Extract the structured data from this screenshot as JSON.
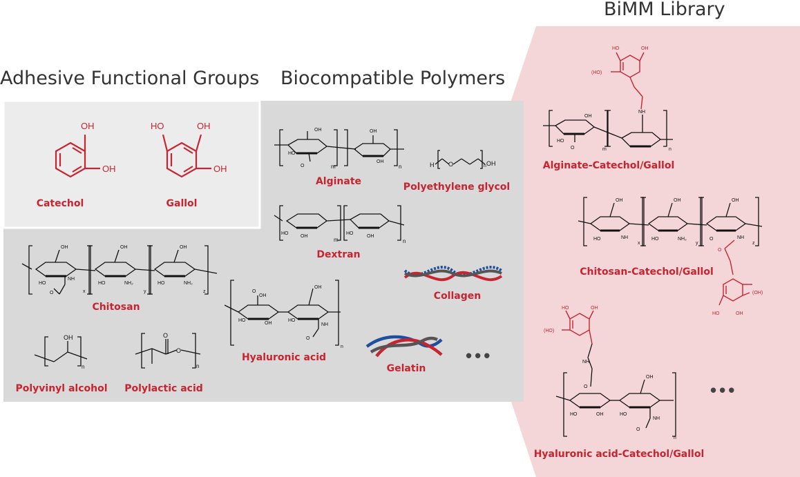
{
  "headings": {
    "adhesive": "Adhesive Functional Groups",
    "polymers": "Biocompatible Polymers",
    "library": "BiMM Library"
  },
  "adhesive_groups": {
    "catechol": "Catechol",
    "gallol": "Gallol",
    "oh": "OH",
    "ho": "HO"
  },
  "polymers": {
    "alginate": "Alginate",
    "peg": "Polyethylene glycol",
    "dextran": "Dextran",
    "chitosan": "Chitosan",
    "collagen": "Collagen",
    "hyaluronic": "Hyaluronic acid",
    "gelatin": "Gelatin",
    "pva": "Polyvinyl alcohol",
    "pla": "Polylactic acid",
    "more": "•••"
  },
  "library": {
    "alginate": "Alginate-Catechol/Gallol",
    "chitosan": "Chitosan-Catechol/Gallol",
    "hyaluronic": "Hyaluronic acid-Catechol/Gallol",
    "more": "•••"
  },
  "colors": {
    "accent_red": "#c8242f",
    "gray_panel": "#d9d9d9",
    "light_gray_panel": "#ececec",
    "pink_panel": "#f4d5d8",
    "text_dark": "#333333"
  }
}
